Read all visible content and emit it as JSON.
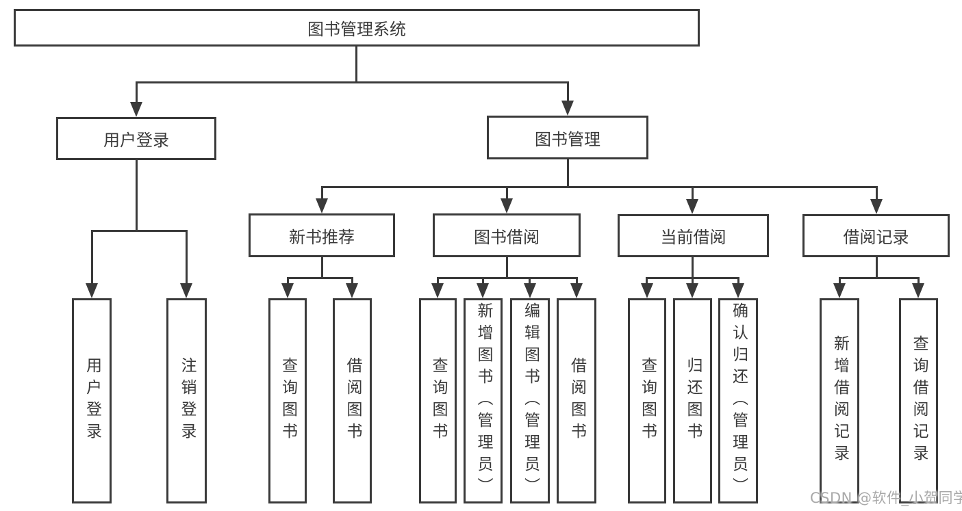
{
  "tree": {
    "root": "图书管理系统",
    "branches": [
      {
        "label": "用户登录",
        "children": [
          "用户登录",
          "注销登录"
        ]
      },
      {
        "label": "图书管理",
        "children": [
          {
            "label": "新书推荐",
            "children": [
              "查询图书",
              "借阅图书"
            ]
          },
          {
            "label": "图书借阅",
            "children": [
              "查询图书",
              "新增图书（管理员）",
              "编辑图书（管理员）",
              "借阅图书"
            ]
          },
          {
            "label": "当前借阅",
            "children": [
              "查询图书",
              "归还图书",
              "确认归还（管理员）"
            ]
          },
          {
            "label": "借阅记录",
            "children": [
              "新增借阅记录",
              "查询借阅记录"
            ]
          }
        ]
      }
    ]
  },
  "watermark": {
    "text": "CSDN @软件_小贺同学"
  },
  "colors": {
    "line": "#3a3a3a",
    "text": "#3a3a3a",
    "watermark": "#a9a9a9",
    "background": "#ffffff"
  }
}
